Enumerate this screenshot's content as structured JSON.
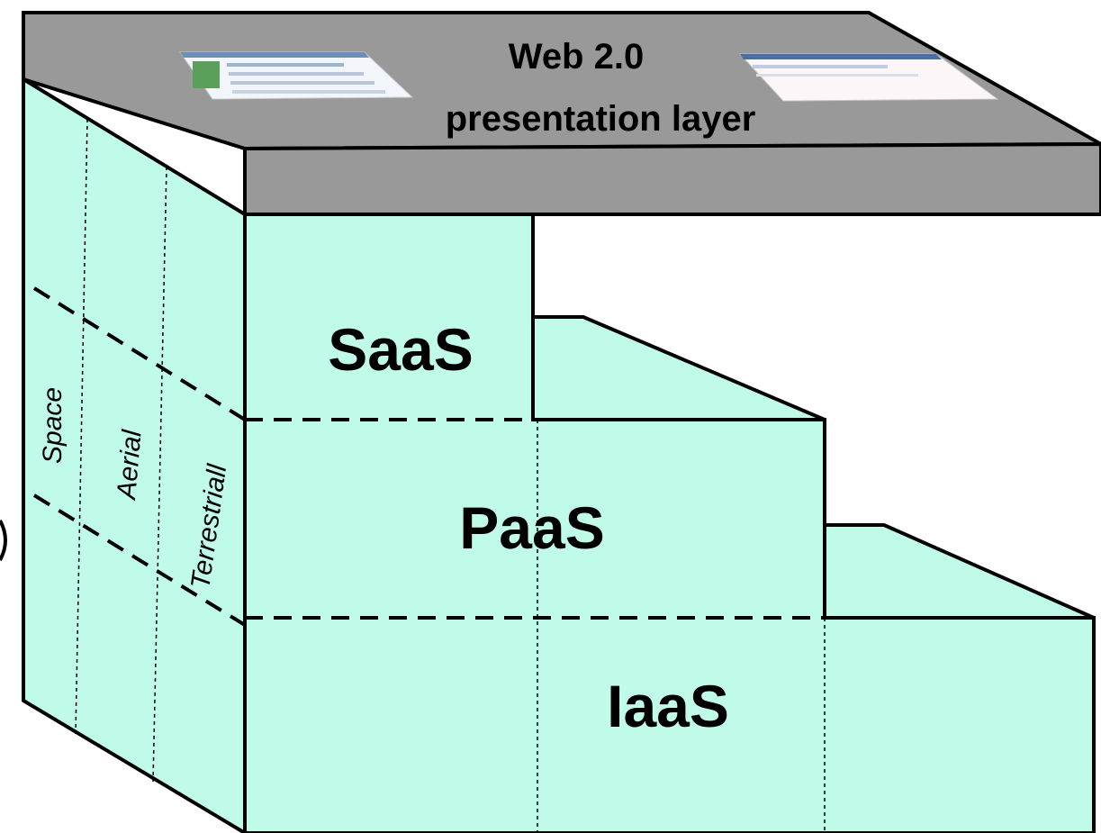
{
  "presentation_layer": {
    "line1": "Web 2.0",
    "line2": "presentation layer"
  },
  "layers": {
    "saas": "SaaS",
    "paas": "PaaS",
    "iaas": "IaaS"
  },
  "side_segments": {
    "space": "Space",
    "aerial": "Aerial",
    "terrestrial": "Terrestriall"
  },
  "colors": {
    "cloud_fill": "#c0fae8",
    "top_fill": "#999999",
    "outline": "#000000"
  }
}
